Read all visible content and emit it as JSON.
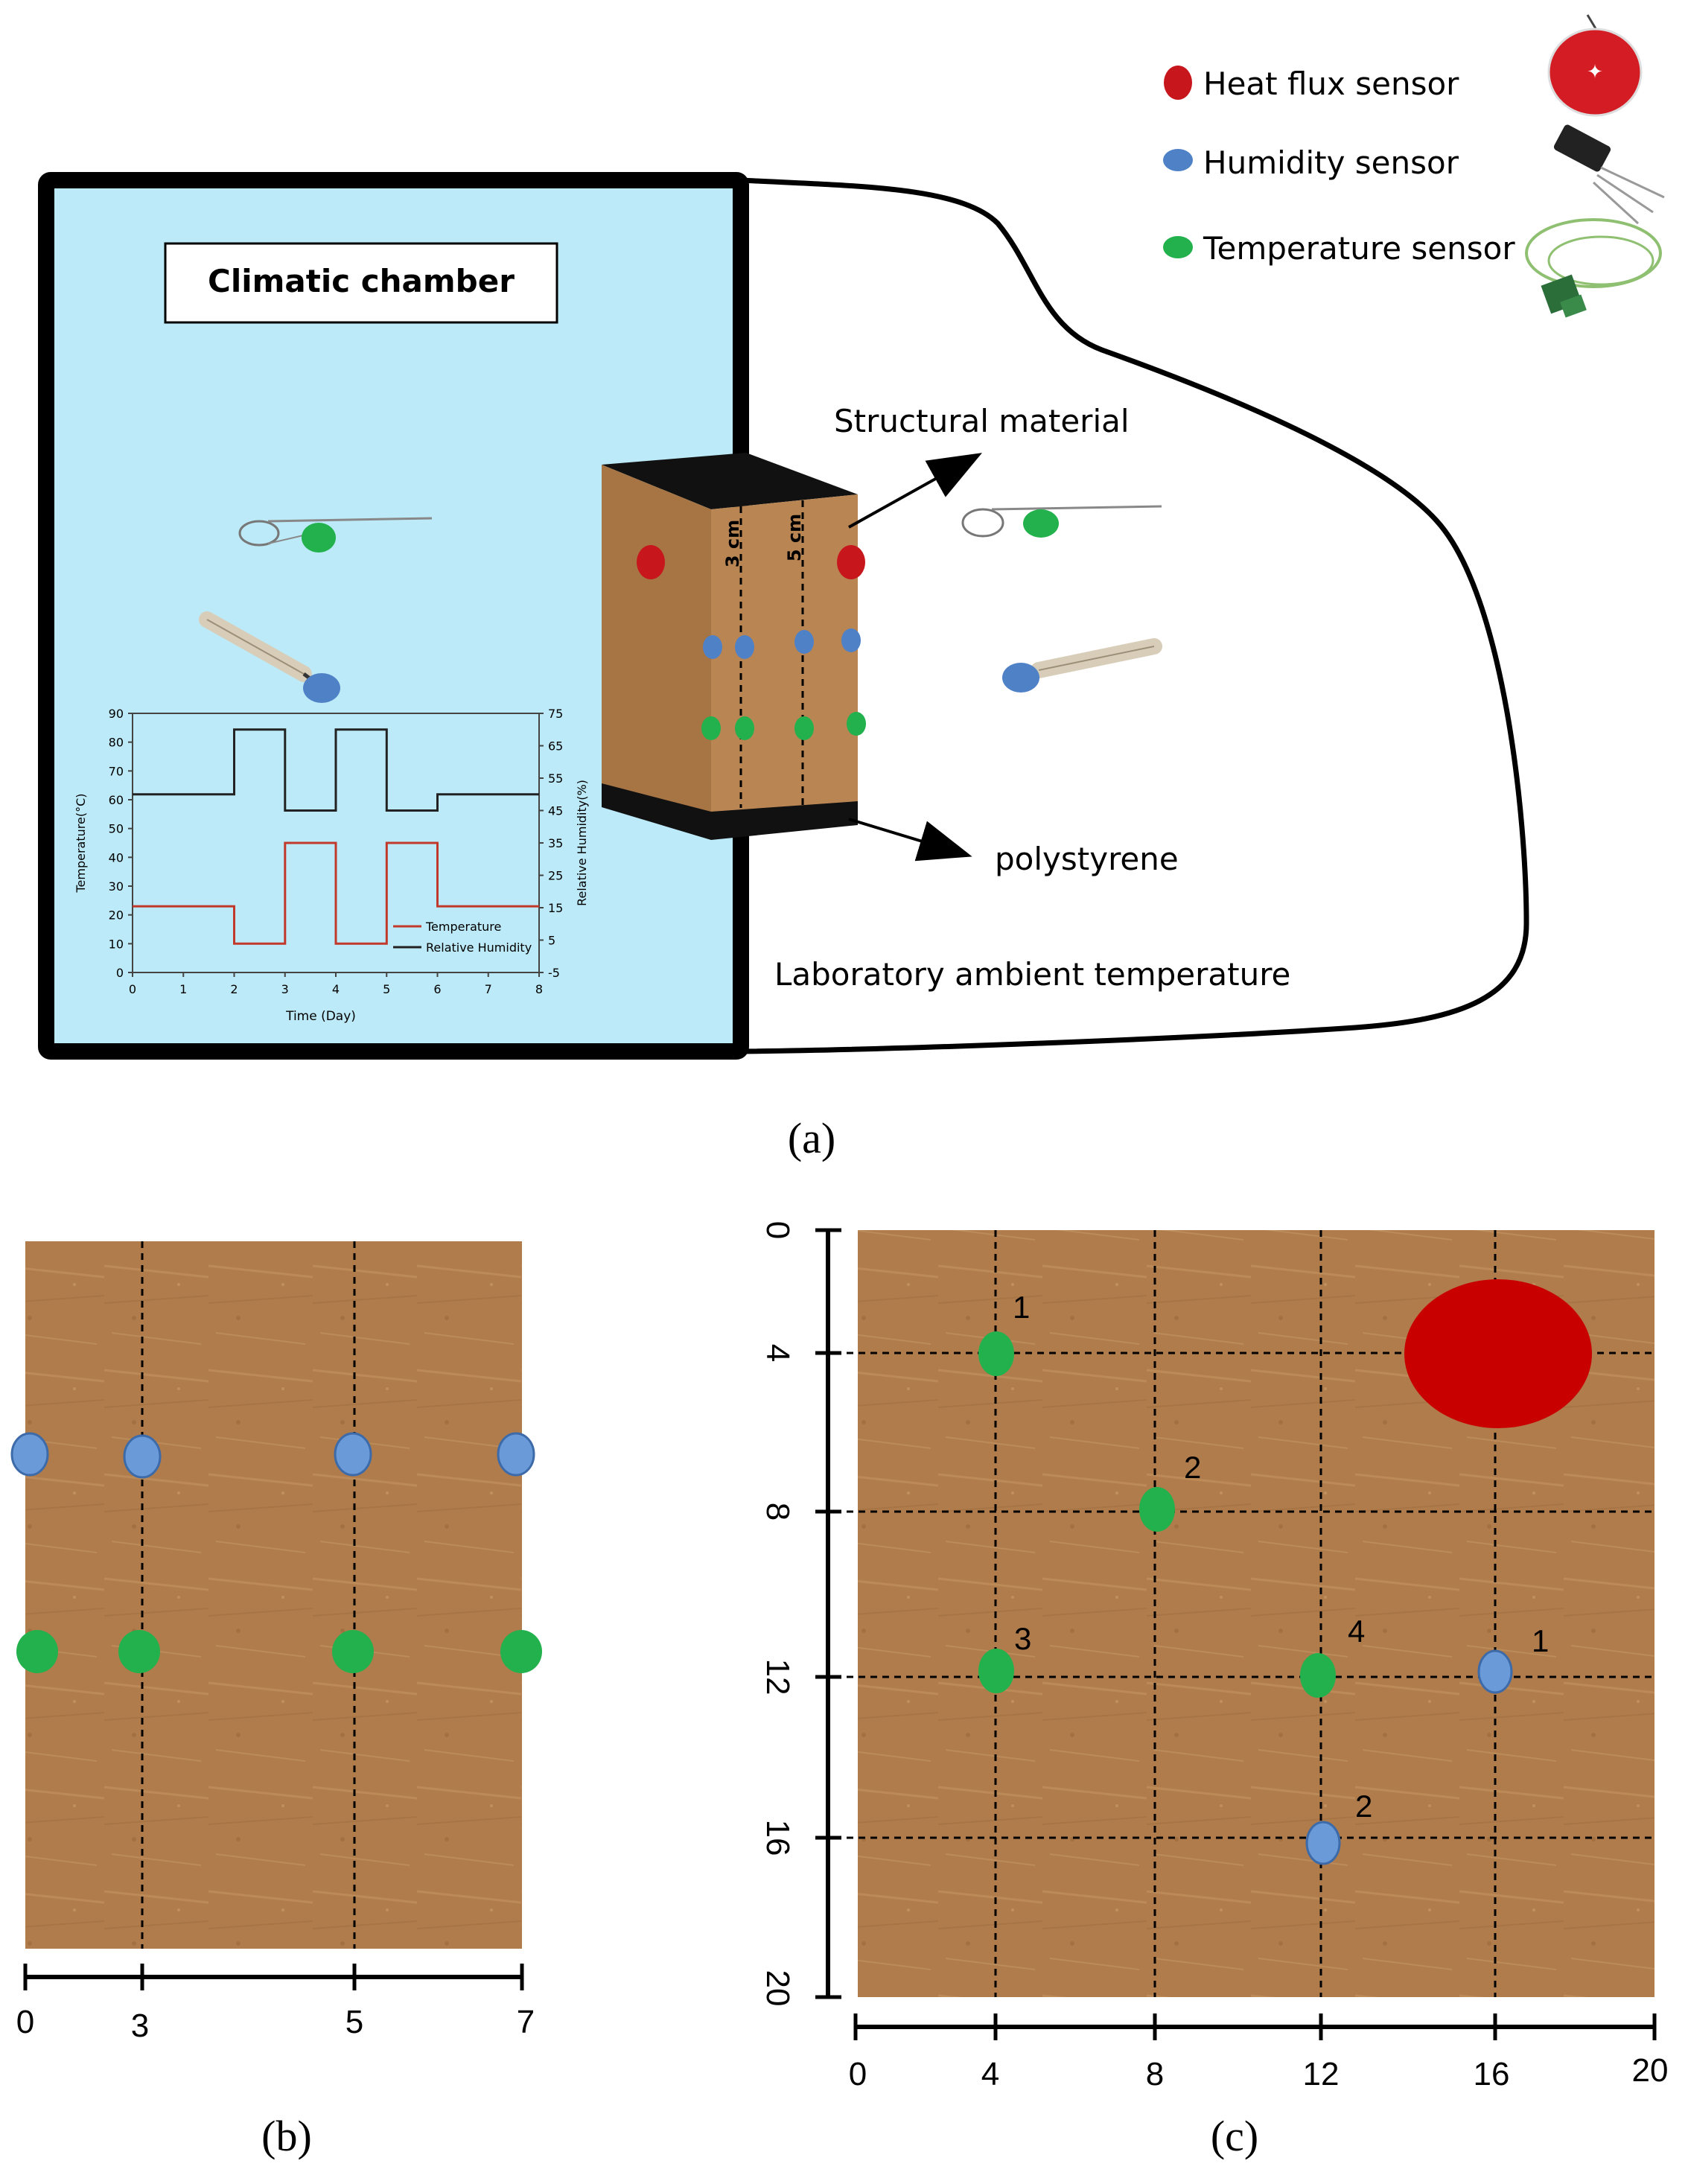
{
  "legend": {
    "items": [
      {
        "label": "Heat flux sensor",
        "color": "#c8161d",
        "icon": "heat-flux-sensor-disc"
      },
      {
        "label": "Humidity sensor",
        "color": "#4f81c7",
        "icon": "humidity-sensor-probe"
      },
      {
        "label": "Temperature sensor",
        "color": "#22b14c",
        "icon": "thermocouple-wire"
      }
    ]
  },
  "panel_a": {
    "chamber_label": "Climatic chamber",
    "material_label": "Structural material",
    "insulation_label": "polystyrene",
    "ambient_label": "Laboratory ambient temperature",
    "depth_label_1": "3 cm",
    "depth_label_2": "5 cm",
    "caption": "(a)",
    "chamber_color": "#bdeaf8",
    "material_color": "#b07c4c"
  },
  "chart_data": {
    "type": "line",
    "xlabel": "Time (Day)",
    "ylabel": "Temperature(°C)",
    "y2label": "Relative Humidity(%)",
    "xlim": [
      0,
      8
    ],
    "ylim": [
      0,
      90
    ],
    "y2lim": [
      -5,
      75
    ],
    "xticks": [
      0,
      1,
      2,
      3,
      4,
      5,
      6,
      7,
      8
    ],
    "yticks": [
      0,
      10,
      20,
      30,
      40,
      50,
      60,
      70,
      80,
      90
    ],
    "y2ticks": [
      -5,
      5,
      15,
      25,
      35,
      45,
      55,
      65,
      75
    ],
    "series": [
      {
        "name": "Temperature",
        "color": "#c0392b",
        "axis": "left",
        "x": [
          0,
          2,
          2,
          3,
          3,
          4,
          4,
          5,
          5,
          6,
          6,
          8
        ],
        "y": [
          23,
          23,
          10,
          10,
          45,
          45,
          10,
          10,
          45,
          45,
          23,
          23
        ]
      },
      {
        "name": "Relative Humidity",
        "color": "#222222",
        "axis": "right",
        "x": [
          0,
          2,
          2,
          3,
          3,
          4,
          4,
          5,
          5,
          6,
          6,
          8
        ],
        "y": [
          50,
          50,
          70,
          70,
          45,
          45,
          70,
          70,
          45,
          45,
          50,
          50
        ]
      }
    ],
    "legend": "bottom-right",
    "grid": false
  },
  "panel_b": {
    "caption": "(b)",
    "ticks": [
      "0",
      "3",
      "5",
      "7"
    ]
  },
  "panel_c": {
    "caption": "(c)",
    "x_ticks": [
      "0",
      "4",
      "8",
      "12",
      "16",
      "20"
    ],
    "y_ticks": [
      "0",
      "4",
      "8",
      "12",
      "16",
      "20"
    ],
    "temperature_labels": [
      "1",
      "2",
      "3",
      "4"
    ],
    "humidity_labels": [
      "1",
      "2"
    ]
  }
}
